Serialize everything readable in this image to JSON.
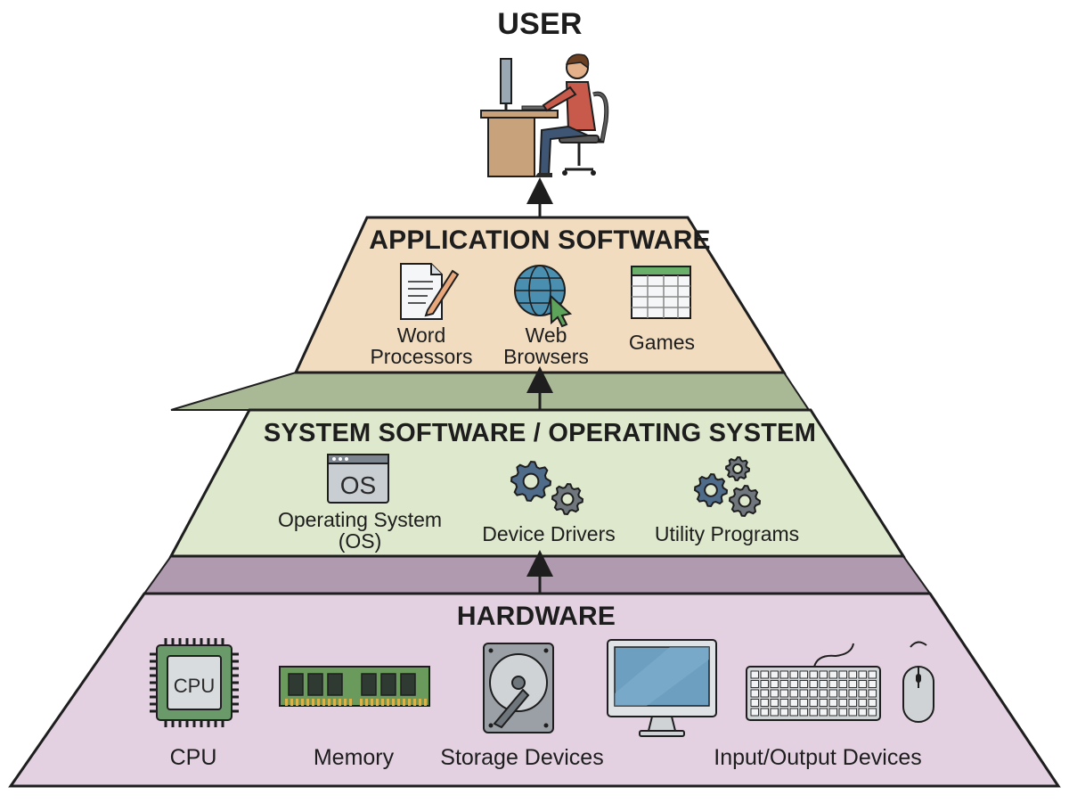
{
  "diagram": {
    "user_label": "USER",
    "layers": {
      "application": {
        "title": "APPLICATION SOFTWARE",
        "items": [
          {
            "label_lines": [
              "Word",
              "Processors"
            ],
            "icon": "word-processor-icon"
          },
          {
            "label_lines": [
              "Web",
              "Browsers"
            ],
            "icon": "web-browser-icon"
          },
          {
            "label_lines": [
              "Games"
            ],
            "icon": "spreadsheet-icon"
          }
        ]
      },
      "system": {
        "title": "SYSTEM SOFTWARE / OPERATING SYSTEM",
        "items": [
          {
            "label_lines": [
              "Operating System",
              "(OS)"
            ],
            "icon": "os-window-icon",
            "icon_text": "OS"
          },
          {
            "label_lines": [
              "Device Drivers"
            ],
            "icon": "gears-icon"
          },
          {
            "label_lines": [
              "Utility Programs"
            ],
            "icon": "gears-cluster-icon"
          }
        ]
      },
      "hardware": {
        "title": "HARDWARE",
        "items": [
          {
            "label": "CPU",
            "icon": "cpu-chip-icon",
            "icon_text": "CPU"
          },
          {
            "label": "Memory",
            "icon": "memory-module-icon"
          },
          {
            "label": "Storage Devices",
            "icon": "hard-drive-icon"
          },
          {
            "label": "Input/Output Devices",
            "icon": "monitor-keyboard-mouse-icon"
          }
        ]
      }
    },
    "colors": {
      "application_fill": "#f1dcc0",
      "system_fill": "#dde8cc",
      "system_band": "#a9b996",
      "hardware_fill": "#e3d1e1",
      "hardware_band": "#b09ab0",
      "outline": "#1e1e1e"
    }
  }
}
